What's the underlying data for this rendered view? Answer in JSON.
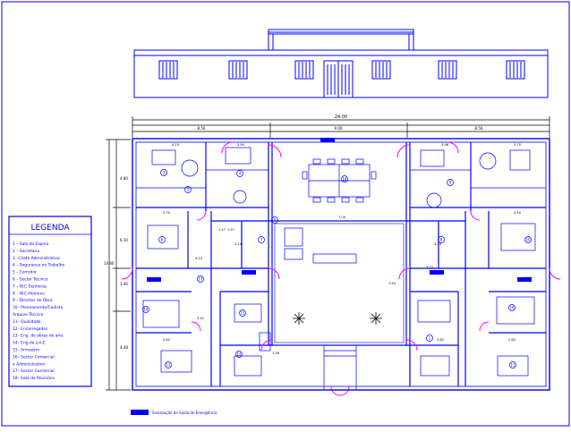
{
  "colors": {
    "frame": "#0000ff",
    "walls": "#0000ff",
    "doors": "#ff00ff",
    "dims": "#000000",
    "background": "#ffffff"
  },
  "legend": {
    "title": "LEGENDA",
    "items": [
      "1 – Sala de Espera",
      "2 – Secretaria",
      "3 –Chefe Administrativo",
      "4 – Segurança no Trabalho",
      "5 – Corredor",
      "6 – Sector Técnico",
      "7 – W.C-Senhoras",
      "8 – W.C-Homens",
      "9 – Director de Obra",
      "10– Planeamento/Cadista",
      "Arquivo Técnico",
      "11– Qualidade",
      "12– Encarregados",
      "13– Eng. de obras de arte",
      "14– Eng.de Lin-E",
      "15– Armazém",
      "16– Sector Comercial",
      "e Administrativo",
      "17– Sector Comercial",
      "18– Sala de Reuniões"
    ]
  },
  "overall_dimension": "24.00",
  "dims_top": [
    "8.50",
    "9.00",
    "8.50"
  ],
  "dims_left": [
    "4.80",
    "6.10",
    "14.40",
    "3.40",
    "4.48"
  ],
  "room_numbers": [
    "3",
    "4",
    "2",
    "18",
    "6",
    "9",
    "10",
    "5",
    "14",
    "15",
    "13",
    "12",
    "11",
    "7",
    "8",
    "1",
    "16",
    "17"
  ],
  "interior_dims": [
    "4.15",
    "3.90",
    "7.00",
    "3.98",
    "3.70",
    "2.70",
    "1.57",
    "1.57",
    "4.14",
    "3.42",
    "3.14",
    "2.62",
    "1.28",
    "3.72",
    "3.40",
    "3.14",
    "7.45",
    "3.38",
    "2.82",
    "2.82"
  ],
  "footer_note": "Sinalização de Saída de Emergência",
  "icons": [
    "emergency-exit-sign-icon",
    "palm-tree-icon",
    "door-swing-icon"
  ]
}
